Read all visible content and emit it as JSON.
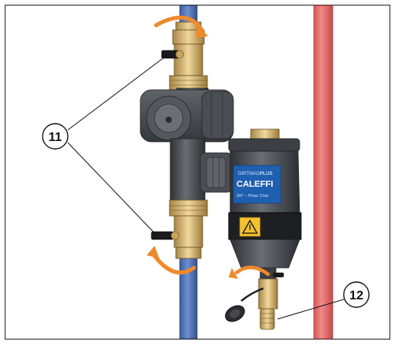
{
  "callouts": [
    {
      "id": "callout-11",
      "label": "11"
    },
    {
      "id": "callout-12",
      "label": "12"
    }
  ],
  "label_text": {
    "brand": "CALEFFI",
    "model_prefix": "DIRTMAG",
    "model_suffix": "PLUS",
    "spec_line": "3/4\" -- Pmax 3 bar"
  },
  "colors": {
    "background": "#ffffff",
    "frame": "#3a3a3a",
    "blue_pipe": "#4d6fb5",
    "red_pipe": "#e86a6a",
    "brass": "#d9b36a",
    "body_dark": "#4a4d52",
    "arrow": "#ef8a2c",
    "label_blue": "#1f5fb0",
    "warning_yellow": "#f2c12e"
  },
  "icons": [
    "rotate-arrow-icon",
    "warning-triangle-icon"
  ]
}
